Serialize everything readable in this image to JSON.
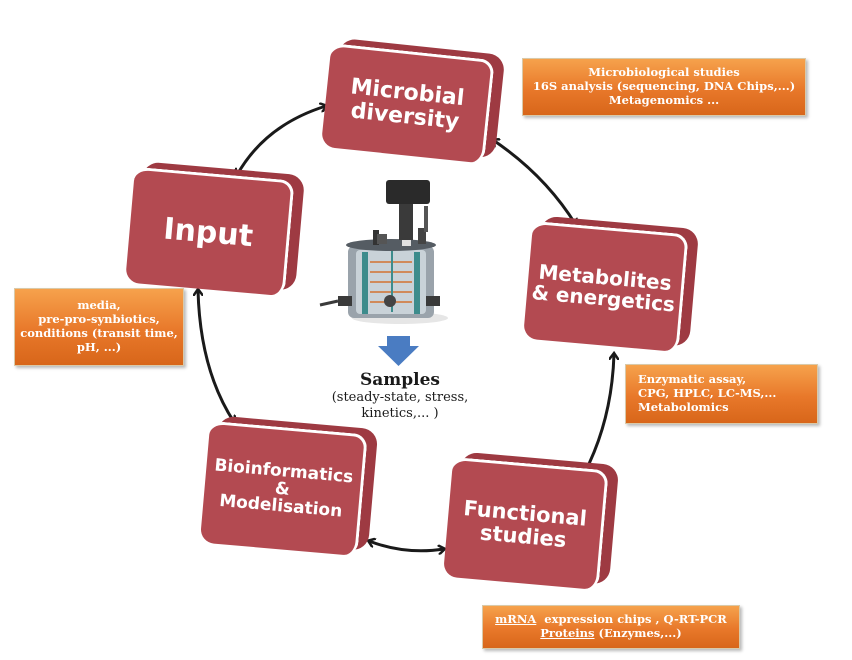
{
  "colors": {
    "node_fill": "#b34a51",
    "node_back": "#9e3a42",
    "label_fill": "#e8782a",
    "arrow": "#1a1a1a",
    "down_arrow": "#4a7cc2"
  },
  "nodes": {
    "microbial": {
      "line1": "Microbial",
      "line2": "diversity"
    },
    "input": {
      "line1": "Input"
    },
    "metabolites": {
      "line1": "Metabolites",
      "line2": "& energetics"
    },
    "bioinformatics": {
      "line1": "Bioinformatics",
      "line2": "&",
      "line3": "Modelisation"
    },
    "functional": {
      "line1": "Functional",
      "line2": "studies"
    }
  },
  "labels": {
    "microbial": {
      "line1": "Microbiological studies",
      "line2": "16S analysis (sequencing, DNA Chips,...)",
      "line3": "Metagenomics ..."
    },
    "input": {
      "line1": "media,",
      "line2": "pre-pro-synbiotics,",
      "line3": "conditions (transit time,",
      "line4": "pH, ...)"
    },
    "metabolites": {
      "line1": "Enzymatic assay,",
      "line2": "CPG, HPLC, LC-MS,...",
      "line3": "Metabolomics"
    },
    "functional": {
      "line1_underlined": "mRNA",
      "line1_rest": "  expression chips , Q-RT-PCR",
      "line2_underlined": "Proteins",
      "line2_rest": " (Enzymes,...)"
    }
  },
  "center": {
    "icon": "bioreactor-icon",
    "arrow_icon": "down-arrow-icon",
    "samples_title": "Samples",
    "samples_line1": "(steady-state, stress,",
    "samples_line2": "kinetics,... )"
  },
  "cycle_edges": [
    {
      "from": "input",
      "to": "microbial",
      "bidirectional": true
    },
    {
      "from": "microbial",
      "to": "metabolites",
      "bidirectional": true
    },
    {
      "from": "metabolites",
      "to": "functional",
      "bidirectional": true
    },
    {
      "from": "functional",
      "to": "bioinformatics",
      "bidirectional": true
    },
    {
      "from": "bioinformatics",
      "to": "input",
      "bidirectional": true
    }
  ]
}
